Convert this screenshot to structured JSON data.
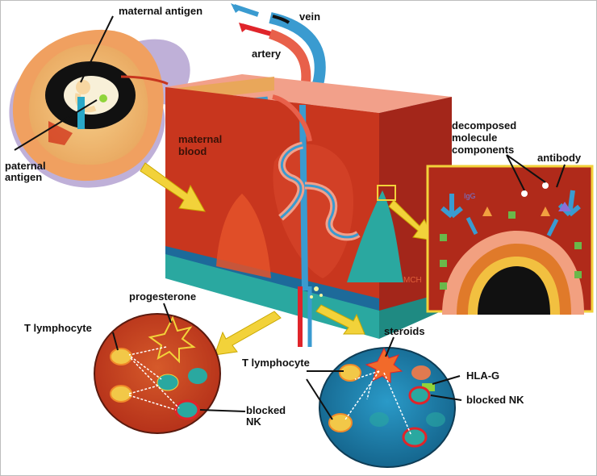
{
  "labels": {
    "maternal_antigen": "maternal antigen",
    "vein": "vein",
    "artery": "artery",
    "paternal_antigen_1": "paternal",
    "paternal_antigen_2": "antigen",
    "maternal_blood_1": "maternal",
    "maternal_blood_2": "blood",
    "decomposed_1": "decomposed",
    "decomposed_2": "molecule",
    "decomposed_3": "components",
    "antibody": "antibody",
    "progesterone": "progesterone",
    "t_lymphocyte_left": "T lymphocyte",
    "blocked_nk_left_1": "blocked",
    "blocked_nk_left_2": "NK",
    "steroids": "steroids",
    "t_lymphocyte_right": "T lymphocyte",
    "hla_g": "HLA-G",
    "blocked_nk_right": "blocked NK"
  },
  "colors": {
    "tissue_red": "#c8361e",
    "tissue_dark": "#a52a14",
    "teal": "#2aa8a0",
    "blue_vessel": "#3a9bd0",
    "pink_vessel": "#f2a08a",
    "yellow_arrow": "#f2d23a",
    "outline_red": "#e0242a",
    "deep_blue": "#1d6a9a"
  }
}
